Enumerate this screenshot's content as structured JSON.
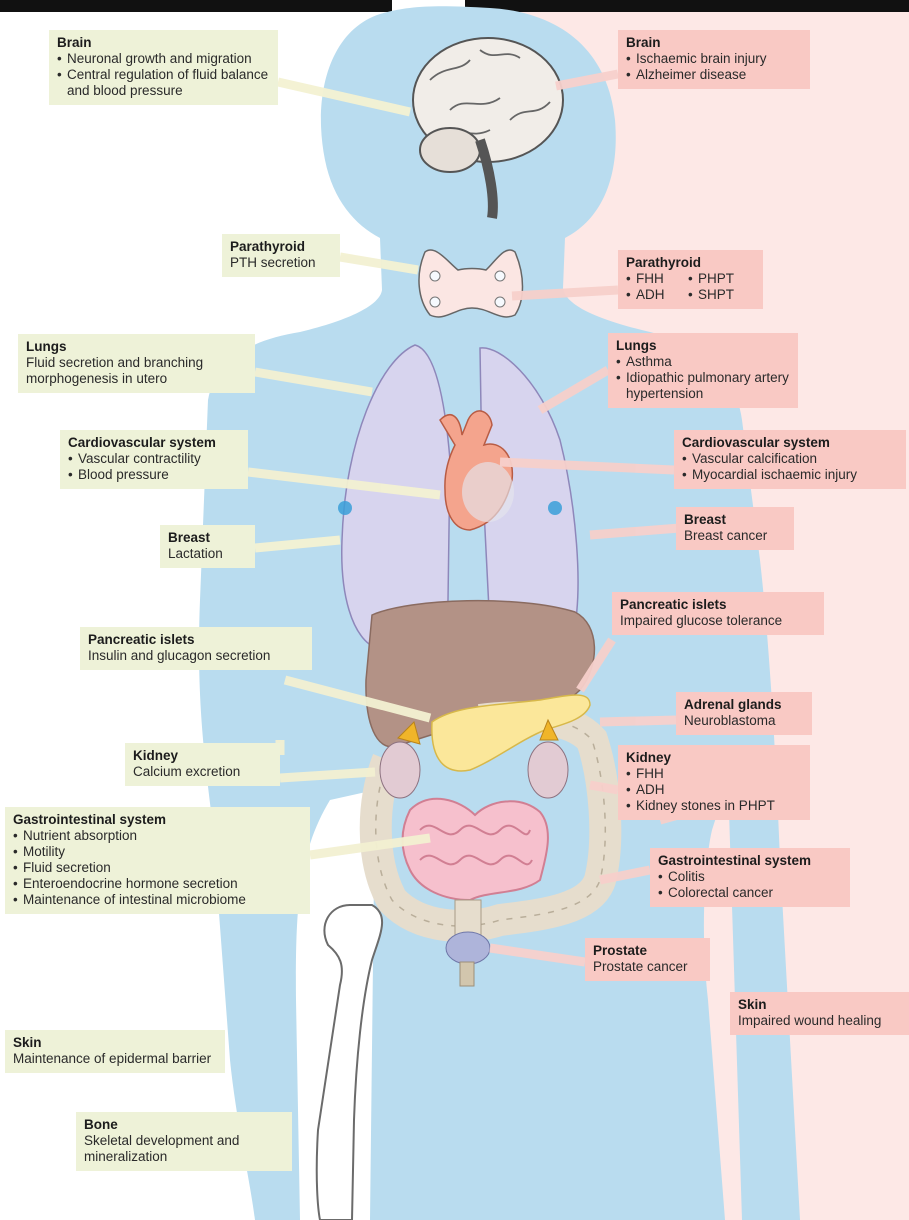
{
  "colors": {
    "healthy_panel": "#ffffff",
    "disease_panel": "#fde8e6",
    "body_silhouette": "#b9dcef",
    "healthy_label": "#eef2d8",
    "disease_label": "#f9c9c4"
  },
  "healthy": {
    "brain": {
      "title": "Brain",
      "items": [
        "Neuronal growth and migration",
        "Central regulation of fluid balance and blood pressure"
      ]
    },
    "parathyroid": {
      "title": "Parathyroid",
      "text": "PTH secretion"
    },
    "lungs": {
      "title": "Lungs",
      "text": "Fluid secretion and branching morphogenesis in utero"
    },
    "cardiovascular": {
      "title": "Cardiovascular system",
      "items": [
        "Vascular contractility",
        "Blood pressure"
      ]
    },
    "breast": {
      "title": "Breast",
      "text": "Lactation"
    },
    "pancreatic": {
      "title": "Pancreatic islets",
      "text": "Insulin and glucagon secretion"
    },
    "kidney": {
      "title": "Kidney",
      "text": "Calcium excretion"
    },
    "gi": {
      "title": "Gastrointestinal system",
      "items": [
        "Nutrient absorption",
        "Motility",
        "Fluid secretion",
        "Enteroendocrine hormone secretion",
        "Maintenance of intestinal microbiome"
      ]
    },
    "skin": {
      "title": "Skin",
      "text": "Maintenance of epidermal barrier"
    },
    "bone": {
      "title": "Bone",
      "text": "Skeletal development and mineralization"
    }
  },
  "disease": {
    "brain": {
      "title": "Brain",
      "items": [
        "Ischaemic brain injury",
        "Alzheimer disease"
      ]
    },
    "parathyroid": {
      "title": "Parathyroid",
      "items": [
        "FHH",
        "PHPT",
        "ADH",
        "SHPT"
      ]
    },
    "lungs": {
      "title": "Lungs",
      "items": [
        "Asthma",
        "Idiopathic pulmonary artery hypertension"
      ]
    },
    "cardiovascular": {
      "title": "Cardiovascular system",
      "items": [
        "Vascular calcification",
        "Myocardial ischaemic injury"
      ]
    },
    "breast": {
      "title": "Breast",
      "text": "Breast cancer"
    },
    "pancreatic": {
      "title": "Pancreatic islets",
      "text": "Impaired glucose tolerance"
    },
    "adrenal": {
      "title": "Adrenal glands",
      "text": "Neuroblastoma"
    },
    "kidney": {
      "title": "Kidney",
      "items": [
        "FHH",
        "ADH",
        "Kidney stones in PHPT"
      ]
    },
    "gi": {
      "title": "Gastrointestinal system",
      "items": [
        "Colitis",
        "Colorectal cancer"
      ]
    },
    "prostate": {
      "title": "Prostate",
      "text": "Prostate cancer"
    },
    "skin": {
      "title": "Skin",
      "text": "Impaired wound healing"
    }
  }
}
